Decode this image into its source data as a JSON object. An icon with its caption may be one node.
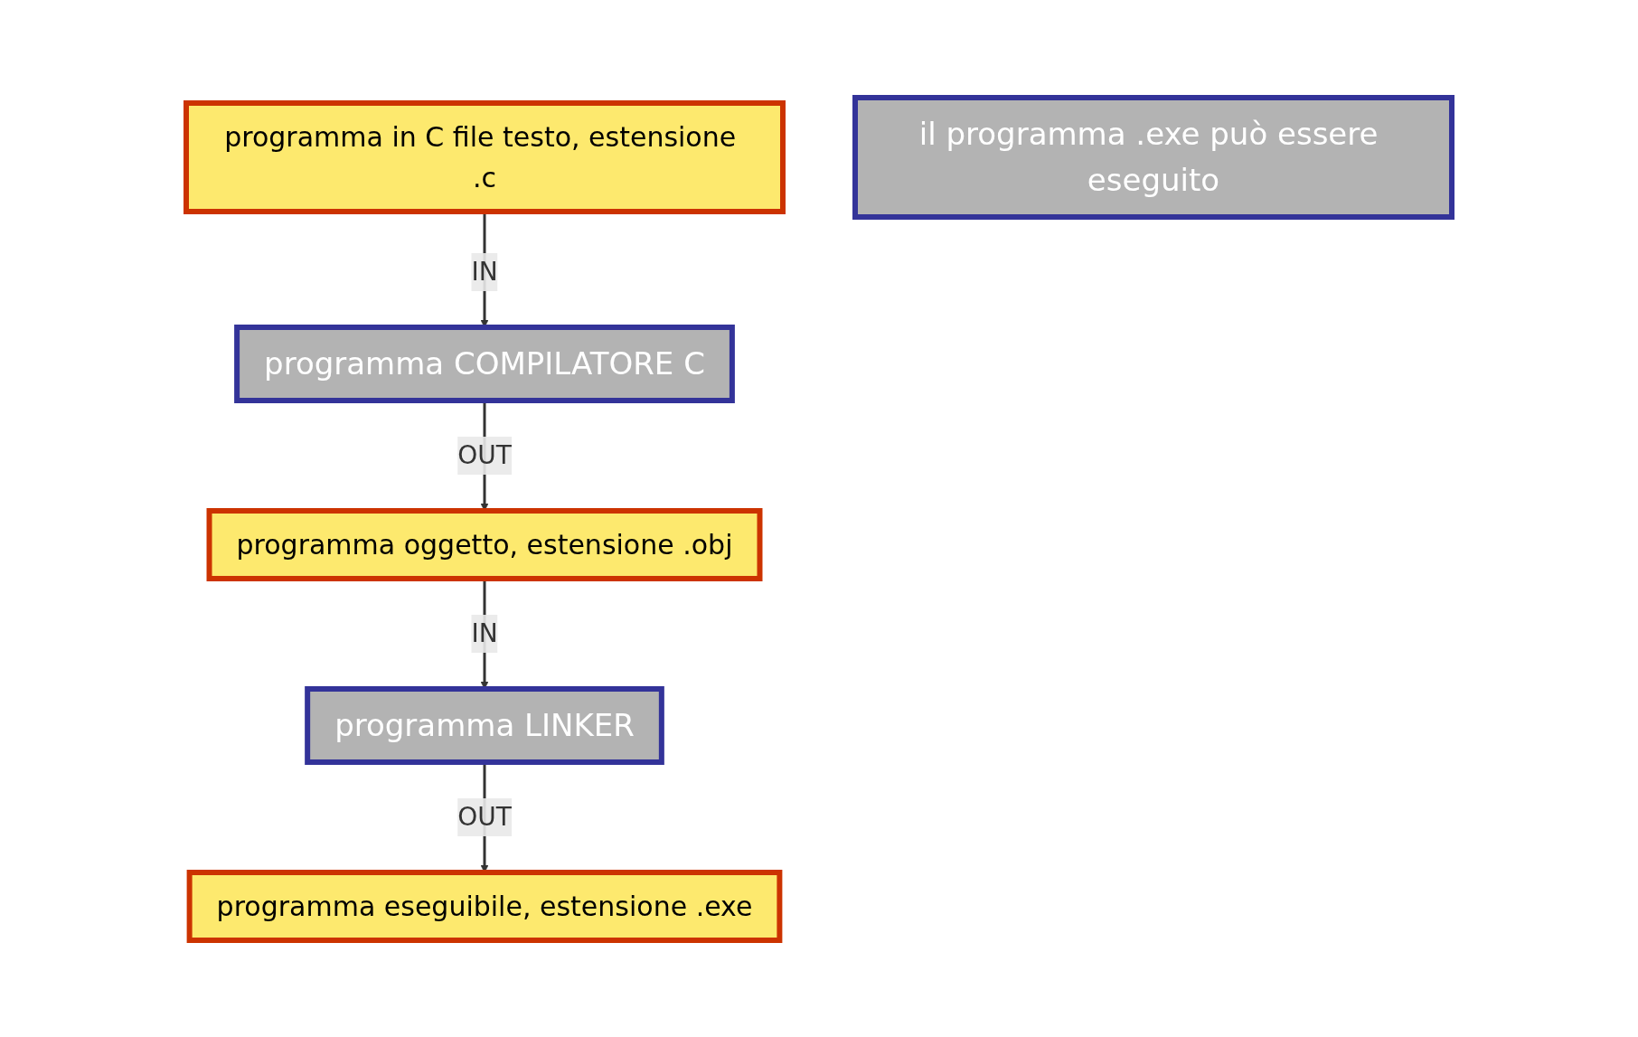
{
  "diagram": {
    "nodes": [
      {
        "text": [
          "programma in C file testo, estensione .c"
        ]
      },
      {
        "text": [
          "programma COMPILATORE C"
        ]
      },
      {
        "text": [
          "programma oggetto, estensione .obj"
        ]
      },
      {
        "text": [
          "programma LINKER"
        ]
      },
      {
        "text": [
          "programma eseguibile, estensione .exe"
        ]
      },
      {
        "text": [
          "il programma .exe può essere eseguito"
        ]
      }
    ],
    "edges": [
      {
        "from": 0,
        "to": 1,
        "arrow": "to",
        "label": "IN"
      },
      {
        "from": 1,
        "to": 2,
        "arrow": "to",
        "label": "OUT"
      },
      {
        "from": 2,
        "to": 3,
        "arrow": "to",
        "label": "IN"
      },
      {
        "from": 3,
        "to": 4,
        "arrow": "to",
        "label": "OUT"
      }
    ]
  }
}
